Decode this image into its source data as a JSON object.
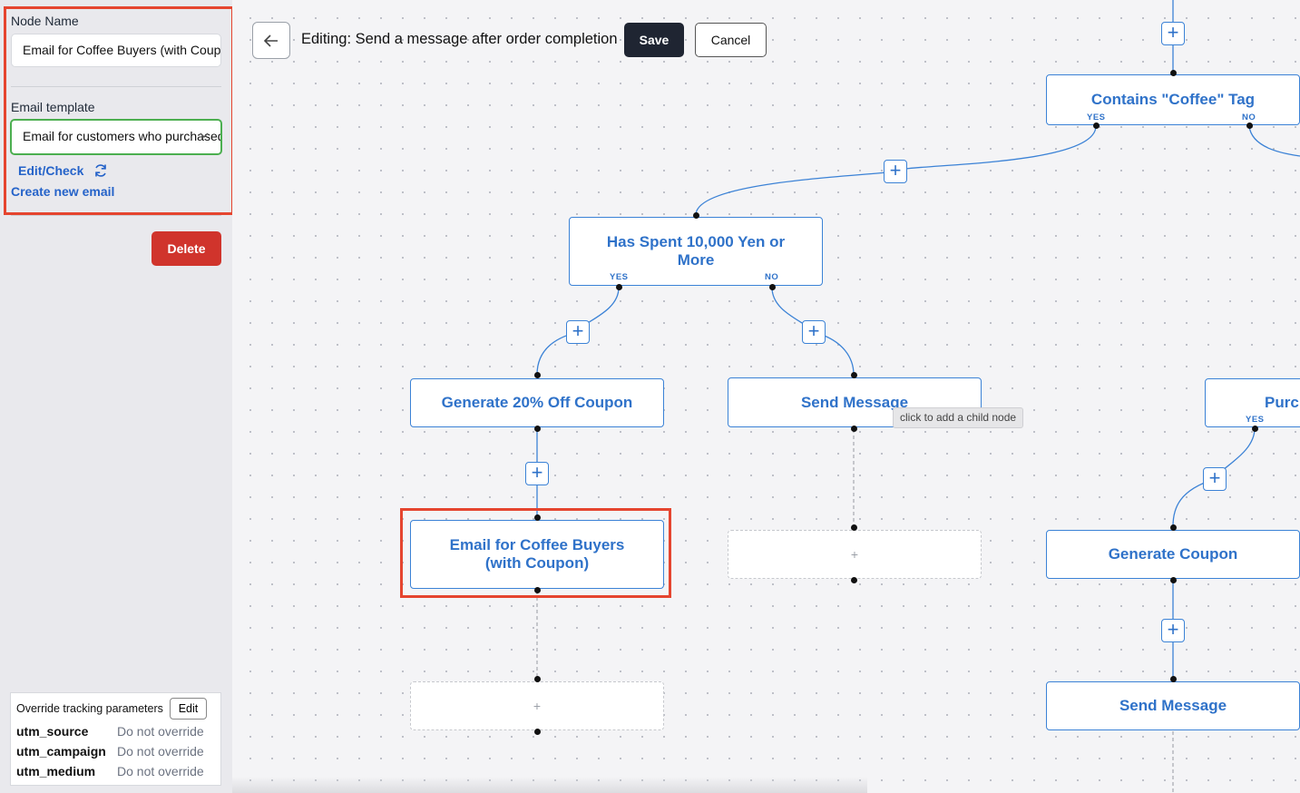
{
  "sidebar": {
    "node_name_label": "Node Name",
    "node_name_value": "Email for Coffee Buyers (with Coupon)",
    "email_template_label": "Email template",
    "email_template_value": "Email for customers who purchased coffee",
    "edit_check_link": "Edit/Check",
    "create_new_email_link": "Create new email",
    "delete_button": "Delete",
    "tracking": {
      "title": "Override tracking parameters",
      "edit_button": "Edit",
      "params": [
        {
          "key": "utm_source",
          "value": "Do not override"
        },
        {
          "key": "utm_campaign",
          "value": "Do not override"
        },
        {
          "key": "utm_medium",
          "value": "Do not override"
        }
      ]
    }
  },
  "header": {
    "title": "Editing: Send a message after order completion",
    "save_button": "Save",
    "cancel_button": "Cancel"
  },
  "flow": {
    "nodes": {
      "contains_coffee_tag": "Contains \"Coffee\" Tag",
      "has_spent": "Has Spent 10,000 Yen or More",
      "generate_20_off": "Generate 20% Off Coupon",
      "send_message_1": "Send Message",
      "email_coffee_buyers": "Email for Coffee Buyers (with Coupon)",
      "purchase_partial": "Purc",
      "generate_coupon": "Generate Coupon",
      "send_message_2": "Send Message",
      "empty_placeholder": "+"
    },
    "branch_yes": "YES",
    "branch_no": "NO",
    "plus_glyph": "+",
    "tooltip": "click to add a child node"
  },
  "colors": {
    "accent_blue": "#2f72c9",
    "highlight_red": "#e5452f",
    "delete_red": "#d0342c",
    "save_dark": "#1f2532",
    "select_border_green": "#4caf50"
  }
}
